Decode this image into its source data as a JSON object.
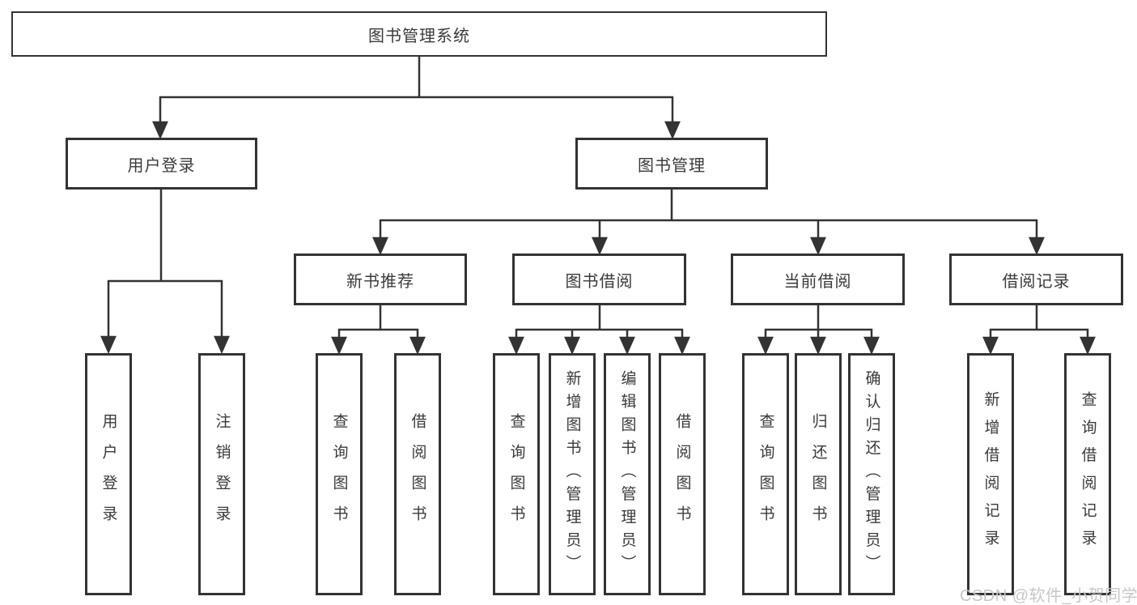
{
  "diagram_title": "图书管理系统",
  "nodes": {
    "root": {
      "label": "图书管理系统"
    },
    "user_login": {
      "label": "用户登录"
    },
    "book_mgmt": {
      "label": "图书管理"
    },
    "new_book_rec": {
      "label": "新书推荐"
    },
    "book_borrow": {
      "label": "图书借阅"
    },
    "current_borrow": {
      "label": "当前借阅"
    },
    "borrow_record": {
      "label": "借阅记录"
    },
    "leaf_user_login": {
      "label": "用户登录"
    },
    "leaf_logout": {
      "label": "注销登录"
    },
    "leaf_nb_query": {
      "label": "查询图书"
    },
    "leaf_nb_borrow": {
      "label": "借阅图书"
    },
    "leaf_bb_query": {
      "label": "查询图书"
    },
    "leaf_bb_add": {
      "label": "新增图书（管理员）"
    },
    "leaf_bb_edit": {
      "label": "编辑图书（管理员）"
    },
    "leaf_bb_borrow": {
      "label": "借阅图书"
    },
    "leaf_cb_query": {
      "label": "查询图书"
    },
    "leaf_cb_return": {
      "label": "归还图书"
    },
    "leaf_cb_confirm": {
      "label": "确认归还（管理员）"
    },
    "leaf_br_add": {
      "label": "新增借阅记录"
    },
    "leaf_br_query": {
      "label": "查询借阅记录"
    }
  },
  "hierarchy": {
    "图书管理系统": {
      "用户登录": [
        "用户登录",
        "注销登录"
      ],
      "图书管理": {
        "新书推荐": [
          "查询图书",
          "借阅图书"
        ],
        "图书借阅": [
          "查询图书",
          "新增图书（管理员）",
          "编辑图书（管理员）",
          "借阅图书"
        ],
        "当前借阅": [
          "查询图书",
          "归还图书",
          "确认归还（管理员）"
        ],
        "借阅记录": [
          "新增借阅记录",
          "查询借阅记录"
        ]
      }
    }
  },
  "watermark": {
    "text": "CSDN @软件_小贺同学"
  },
  "colors": {
    "line": "#333333",
    "border": "#333333",
    "text": "#3a3a3a",
    "background": "#ffffff",
    "watermark": "#c7c7c7"
  }
}
